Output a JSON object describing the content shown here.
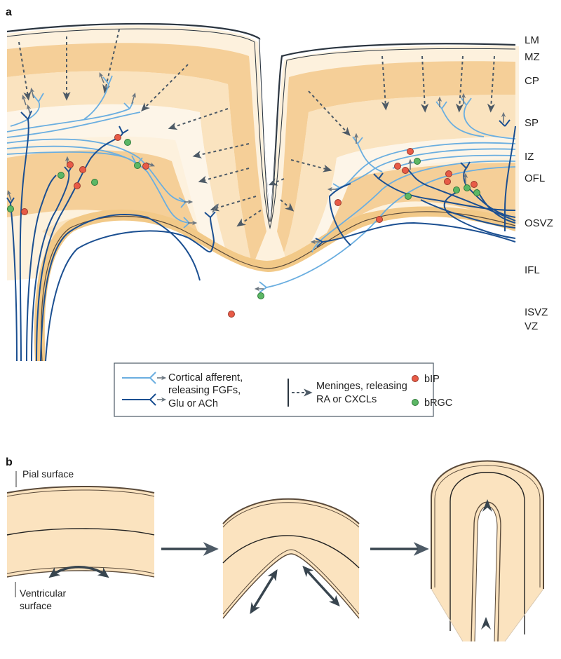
{
  "panels": {
    "a": {
      "label": "a"
    },
    "b": {
      "label": "b"
    }
  },
  "layer_labels": [
    "LM",
    "MZ",
    "CP",
    "SP",
    "IZ",
    "OFL",
    "OSVZ",
    "IFL",
    "ISVZ",
    "VZ"
  ],
  "legend": {
    "afferent_line1": "Cortical afferent,",
    "afferent_line2": "releasing FGFs,",
    "afferent_line3": "Glu or ACh",
    "meninges_line1": "Meninges, releasing",
    "meninges_line2": "RA or CXCLs",
    "bip": "bIP",
    "brgc": "bRGC"
  },
  "panel_b": {
    "pial_surface": "Pial surface",
    "ventricular_line1": "Ventricular",
    "ventricular_line2": "surface"
  },
  "colors": {
    "light_afferent": "#6aaee0",
    "dark_afferent": "#1b4f91",
    "layer_dark": "#f5cf98",
    "layer_mid": "#fae3bf",
    "layer_light": "#fdf1dd",
    "bip": "#e85b47",
    "brgc": "#5cb765",
    "arrow": "#4d5a66"
  }
}
